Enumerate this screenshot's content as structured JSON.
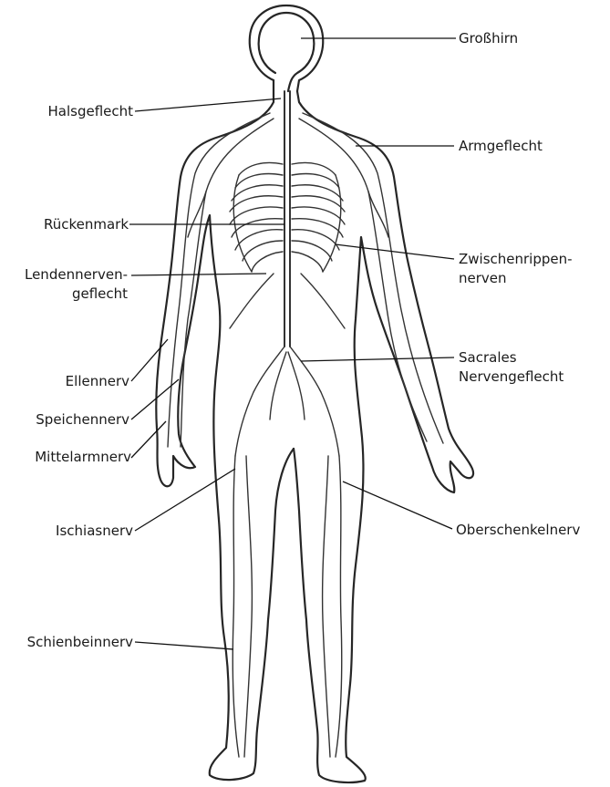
{
  "labels": {
    "grosshirn": "Großhirn",
    "armgeflecht": "Armgeflecht",
    "zwischenrippen_1": "Zwischenrippen-",
    "zwischenrippen_2": "nerven",
    "sacrales_1": "Sacrales",
    "sacrales_2": "Nervengeflecht",
    "oberschenkelnerv": "Oberschenkelnerv",
    "halsgeflecht": "Halsgeflecht",
    "rueckenmark": "Rückenmark",
    "lenden_1": "Lendennerven-",
    "lenden_2": "geflecht",
    "ellennerv": "Ellennerv",
    "speichennerv": "Speichennerv",
    "mittelarmnerv": "Mittelarmnerv",
    "ischiasnerv": "Ischiasnerv",
    "schienbeinnerv": "Schienbeinnerv"
  }
}
